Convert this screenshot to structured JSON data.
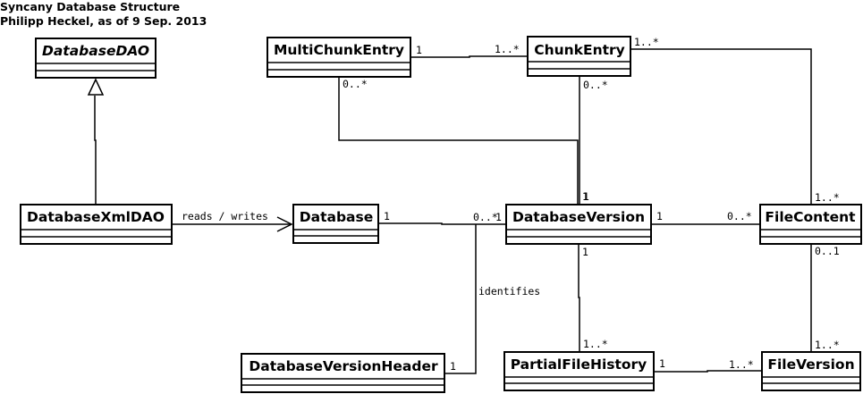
{
  "title": {
    "line1": "Syncany Database Structure",
    "line2": "Philipp Heckel, as of 9 Sep. 2013"
  },
  "classes": {
    "database_dao": "DatabaseDAO",
    "database_xml_dao": "DatabaseXmlDAO",
    "multi_chunk_entry": "MultiChunkEntry",
    "chunk_entry": "ChunkEntry",
    "database": "Database",
    "database_version": "DatabaseVersion",
    "file_content": "FileContent",
    "database_version_header": "DatabaseVersionHeader",
    "partial_file_history": "PartialFileHistory",
    "file_version": "FileVersion"
  },
  "edge_labels": {
    "reads_writes": "reads / writes",
    "identifies": "identifies"
  },
  "multiplicities": {
    "mce_to_ce_left": "1",
    "mce_to_ce_right": "1..*",
    "ce_to_fc_left": "1..*",
    "mce_to_dv_top": "0..*",
    "ce_to_dv_top": "0..*",
    "dv_from_mce": "1",
    "dv_from_ce": "1",
    "db_to_dv_left": "1",
    "db_to_dv_right": "0..*",
    "dv_to_fc_left": "1",
    "dv_to_fc_right": "0..*",
    "fc_from_ce": "1..*",
    "dv_to_pfh_top": "1",
    "dv_to_pfh_bottom": "1..*",
    "fc_to_fv_top": "0..1",
    "fc_to_fv_bottom": "1..*",
    "dvh_to_dv": "1",
    "dv_from_dvh": "1",
    "pfh_to_fv_left": "1",
    "pfh_to_fv_right": "1..*"
  }
}
